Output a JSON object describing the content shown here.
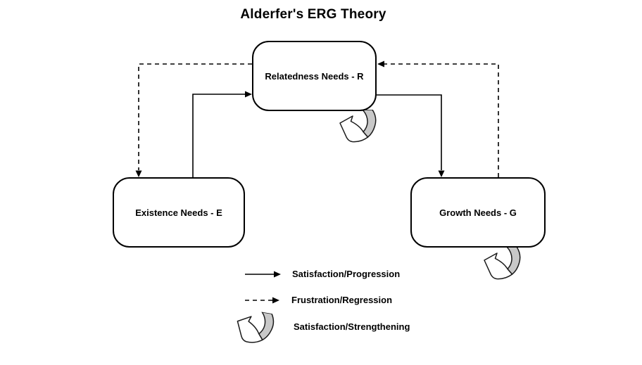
{
  "title": "Alderfer's ERG Theory",
  "nodes": {
    "relatedness": {
      "label": "Relatedness Needs - R"
    },
    "existence": {
      "label": "Existence Needs - E"
    },
    "growth": {
      "label": "Growth Needs - G"
    }
  },
  "connections": [
    {
      "from": "Existence Needs - E",
      "to": "Relatedness Needs - R",
      "style": "solid",
      "meaning": "Satisfaction/Progression"
    },
    {
      "from": "Relatedness Needs - R",
      "to": "Existence Needs - E",
      "style": "dashed",
      "meaning": "Frustration/Regression"
    },
    {
      "from": "Relatedness Needs - R",
      "to": "Growth Needs - G",
      "style": "solid",
      "meaning": "Satisfaction/Progression"
    },
    {
      "from": "Growth Needs - G",
      "to": "Relatedness Needs - R",
      "style": "dashed",
      "meaning": "Frustration/Regression"
    },
    {
      "on": "Relatedness Needs - R",
      "style": "curl",
      "meaning": "Satisfaction/Strengthening"
    },
    {
      "on": "Growth Needs - G",
      "style": "curl",
      "meaning": "Satisfaction/Strengthening"
    }
  ],
  "legend": {
    "items": [
      {
        "icon": "solid-arrow-icon",
        "label": "Satisfaction/Progression"
      },
      {
        "icon": "dashed-arrow-icon",
        "label": "Frustration/Regression"
      },
      {
        "icon": "curl-arrow-icon",
        "label": "Satisfaction/Strengthening"
      }
    ]
  },
  "colors": {
    "background": "#ffffff",
    "line": "#000000",
    "text": "#000000",
    "curl_fill": "#c8c8c8"
  }
}
